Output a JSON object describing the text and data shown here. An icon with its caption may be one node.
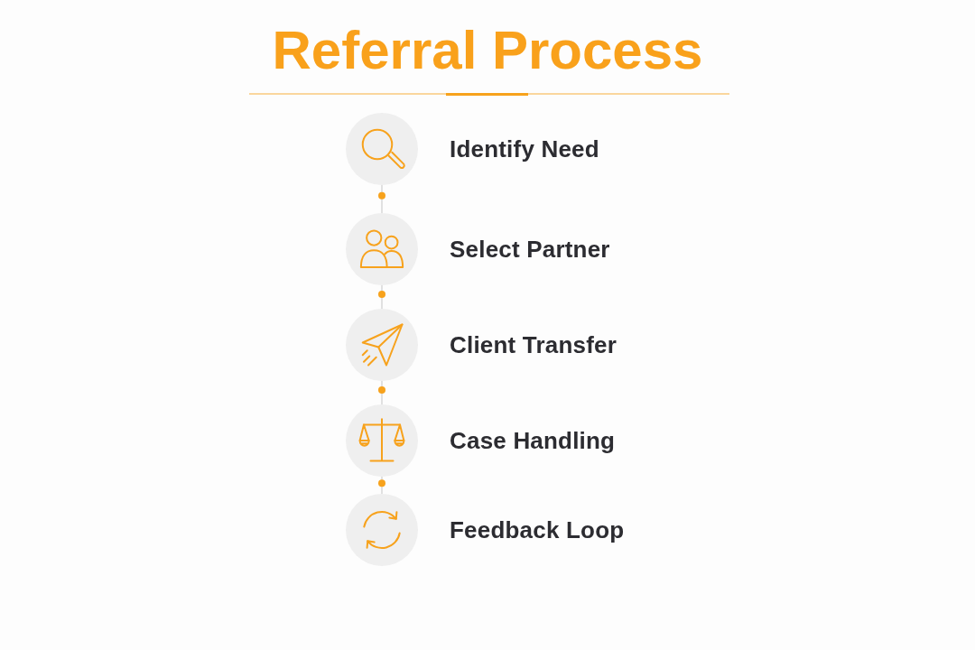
{
  "diagram": {
    "title": "Referral Process",
    "nodes": [
      {
        "text": [
          "Identify Need"
        ]
      },
      {
        "text": [
          "Select Partner"
        ]
      },
      {
        "text": [
          "Client Transfer"
        ]
      },
      {
        "text": [
          "Case Handling"
        ]
      },
      {
        "text": [
          "Feedback Loop"
        ]
      }
    ],
    "edges": [
      {
        "from": 0,
        "to": 1,
        "arrow": "none"
      },
      {
        "from": 1,
        "to": 2,
        "arrow": "none"
      },
      {
        "from": 2,
        "to": 3,
        "arrow": "none"
      },
      {
        "from": 3,
        "to": 4,
        "arrow": "none"
      }
    ]
  }
}
